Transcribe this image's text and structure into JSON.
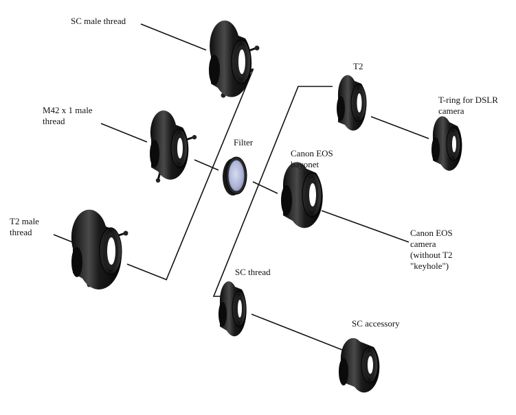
{
  "labels": {
    "sc_male_thread": "SC male thread",
    "m42_line1": "M42 x 1 male",
    "m42_line2": "thread",
    "t2_male_line1": "T2 male",
    "t2_male_line2": "thread",
    "filter": "Filter",
    "t2": "T2",
    "t_ring_line1": "T-ring for DSLR",
    "t_ring_line2": "camera",
    "canon_bayonet_line1": "Canon EOS",
    "canon_bayonet_line2": "bayonet",
    "canon_camera_line1": "Canon EOS",
    "canon_camera_line2": "camera",
    "canon_camera_line3": "(without T2",
    "canon_camera_line4": "\"keyhole\")",
    "sc_thread": "SC thread",
    "sc_accessory": "SC accessory"
  },
  "colors": {
    "line": "#111111",
    "part_dark": "#141414",
    "part_mid": "#3a3a3a",
    "part_light": "#6d6d6d",
    "filter_glass": "#b9bfdc",
    "filter_glass_edge": "#8a93c0"
  },
  "icons": {
    "adapter": "threaded-adapter-ring",
    "filter": "filter-glass-ring"
  }
}
